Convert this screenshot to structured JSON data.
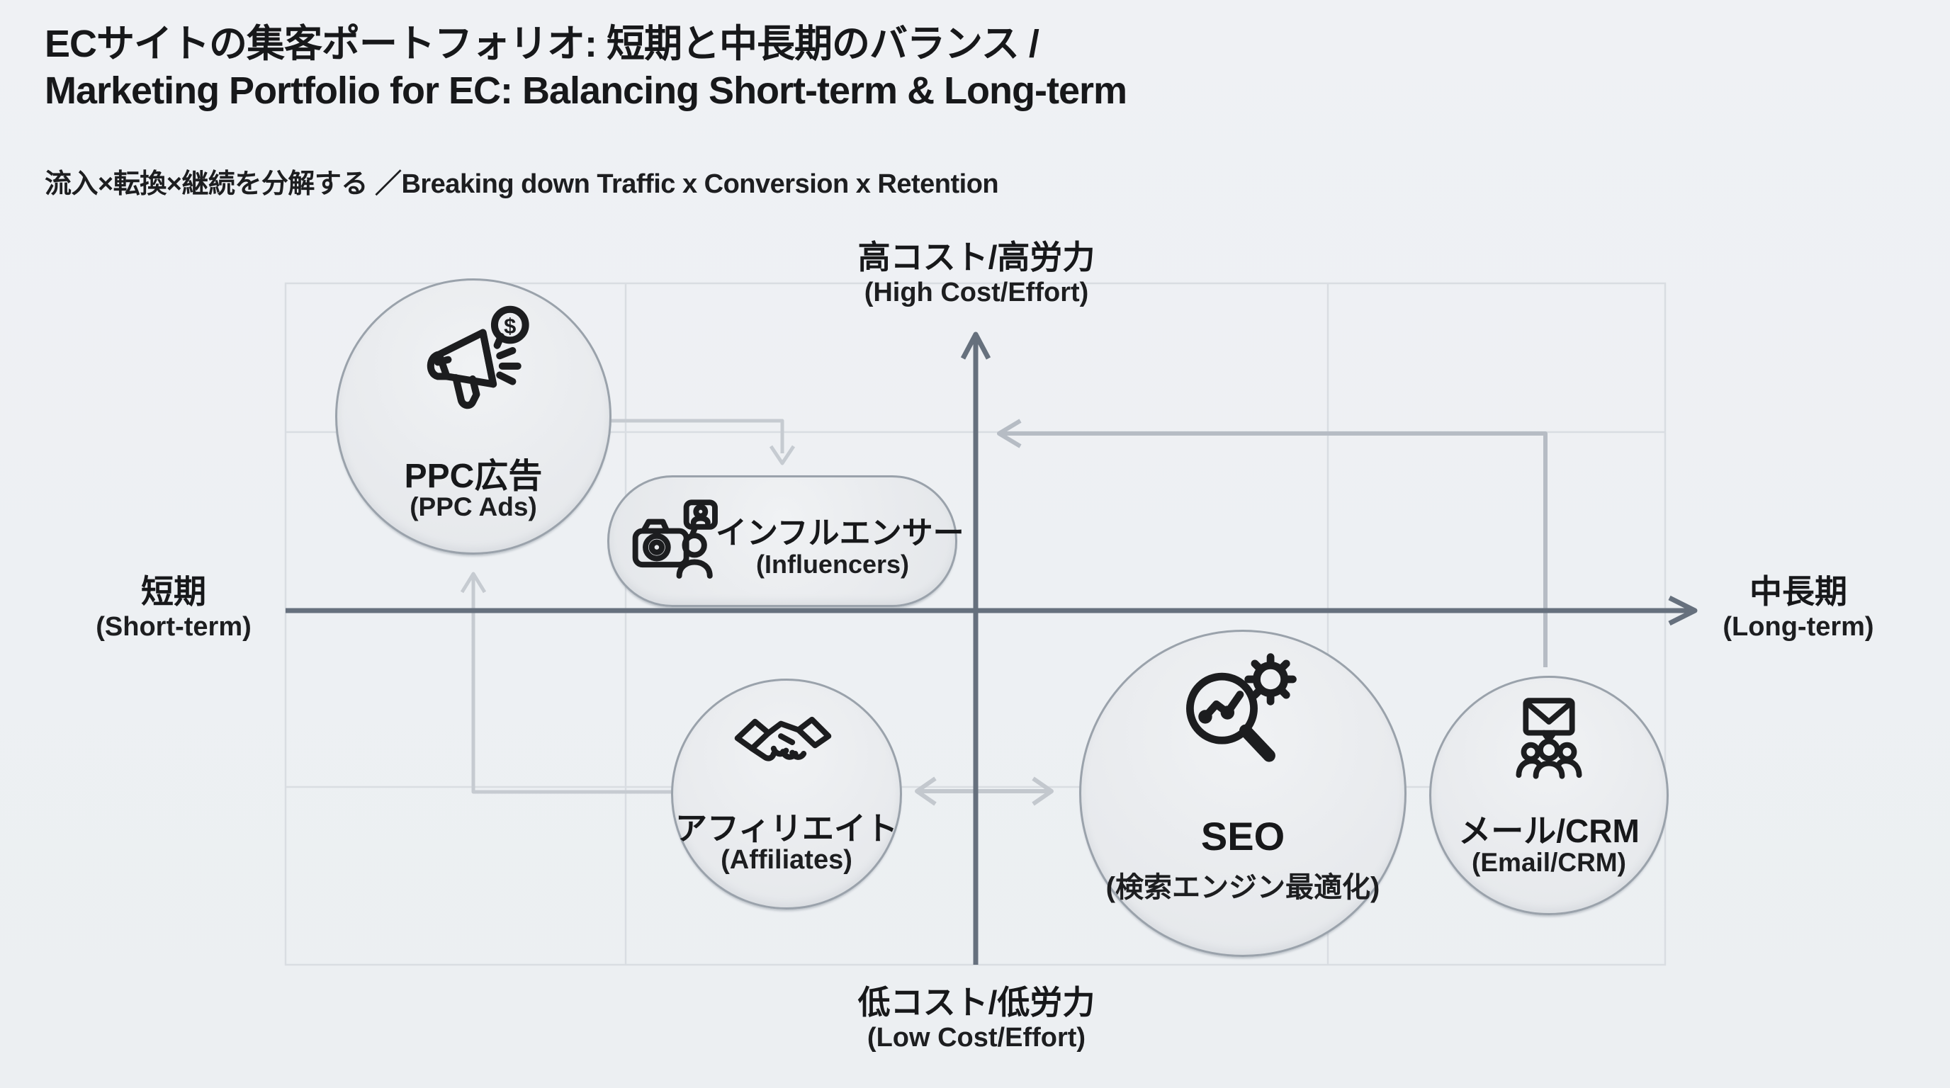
{
  "title": {
    "line1": "ECサイトの集客ポートフォリオ: 短期と中長期のバランス /",
    "line2": "Marketing Portfolio for EC: Balancing Short-term & Long-term",
    "subtitle": "流入×転換×継続を分解する ／Breaking down Traffic x Conversion x Retention"
  },
  "axes": {
    "top": {
      "ja": "高コスト/高労力",
      "en": "(High Cost/Effort)"
    },
    "bottom": {
      "ja": "低コスト/低労力",
      "en": "(Low Cost/Effort)"
    },
    "left": {
      "ja": "短期",
      "en": "(Short-term)"
    },
    "right": {
      "ja": "中長期",
      "en": "(Long-term)"
    }
  },
  "nodes": {
    "ppc": {
      "ja": "PPC広告",
      "en": "(PPC Ads)",
      "icon": "megaphone-dollar-icon"
    },
    "influencers": {
      "ja": "インフルエンサー",
      "en": "(Influencers)",
      "icon": "camera-person-icon"
    },
    "affiliates": {
      "ja": "アフィリエイト",
      "en": "(Affiliates)",
      "icon": "handshake-icon"
    },
    "seo": {
      "ja": "SEO",
      "en": "(検索エンジン最適化)",
      "icon": "magnifier-gear-icon"
    },
    "email": {
      "ja": "メール/CRM",
      "en": "(Email/CRM)",
      "icon": "envelope-people-icon"
    }
  },
  "colors": {
    "background": "#edf0f3",
    "node_fill": "#e9ebee",
    "node_border": "#9aa2ab",
    "axis": "#66707d",
    "grid": "#d9dde2",
    "connector": "#c3c9cf",
    "text": "#17181a"
  }
}
